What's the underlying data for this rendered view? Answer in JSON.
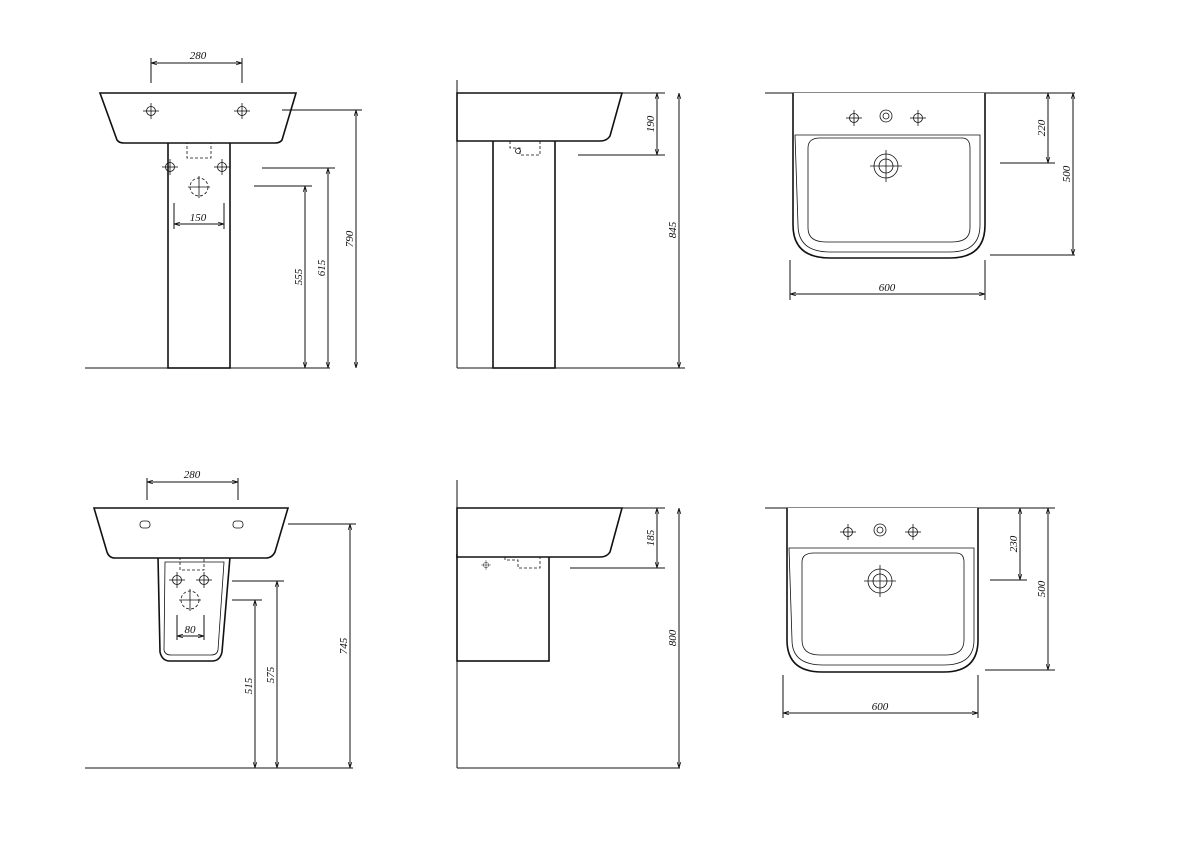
{
  "drawings": {
    "pedestal_front": {
      "tap_spacing": "280",
      "waste_width": "150",
      "h_waste": "555",
      "h_supply": "615",
      "h_rim": "790"
    },
    "pedestal_side": {
      "basin_depth": "190",
      "h_total": "845"
    },
    "pedestal_top": {
      "depth_tap": "220",
      "depth_total": "500",
      "width": "600"
    },
    "semi_front": {
      "tap_spacing": "280",
      "waste_width": "80",
      "h_waste": "515",
      "h_supply": "575",
      "h_rim": "745"
    },
    "semi_side": {
      "basin_depth": "185",
      "h_total": "800"
    },
    "semi_top": {
      "depth_tap": "230",
      "depth_total": "500",
      "width": "600"
    }
  }
}
